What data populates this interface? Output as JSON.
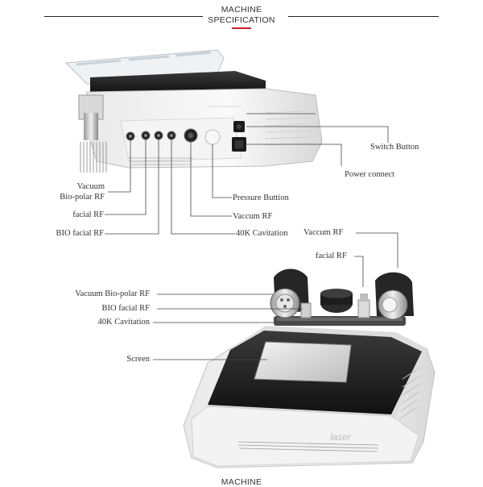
{
  "header": {
    "line1": "MACHINE",
    "line2": "SPECIFICATION",
    "accent_color": "#c8202a"
  },
  "top_labels": {
    "vacuum": "Vacuum",
    "bio_polar_rf": "Bio-polar RF",
    "facial_rf": "facial RF",
    "bio_facial_rf": "BIO facial RF",
    "pressure_button": "Pressure Buttion",
    "vaccum_rf": "Vaccum RF",
    "cavitation_40k": "40K Cavitation",
    "switch_button": "Switch Button",
    "power_connect": "Power connect"
  },
  "bottom_labels": {
    "vaccum_rf": "Vaccum RF",
    "facial_rf": "facial RF",
    "vacuum_bio_polar_rf": "Vacuum Bio-polar RF",
    "bio_facial_rf": "BIO facial RF",
    "cavitation_40k": "40K Cavitation",
    "screen": "Screen"
  },
  "watermark": "laser",
  "footer": {
    "line1": "MACHINE"
  }
}
